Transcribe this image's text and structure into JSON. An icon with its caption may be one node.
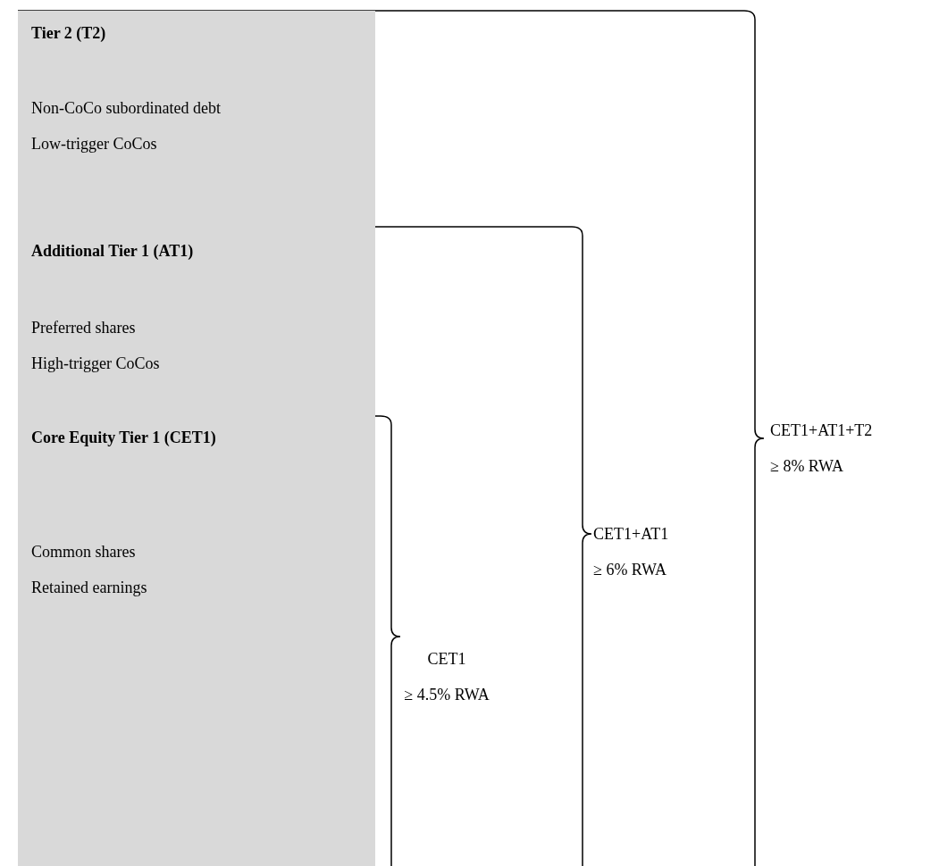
{
  "diagram": {
    "nodes": [
      {
        "text": [
          "Tier 2 (T2)",
          "Non-CoCo subordinated debt",
          "Low-trigger CoCos"
        ]
      },
      {
        "text": [
          "Additional Tier 1 (AT1)",
          "Preferred shares",
          "High-trigger CoCos"
        ]
      },
      {
        "text": [
          "Core Equity Tier 1 (CET1)",
          "Common shares",
          "Retained earnings"
        ]
      }
    ],
    "edges": [],
    "labels": [
      "CET1+AT1+T2 ≥ 8% RWA",
      "CET1+AT1 ≥ 6% RWA",
      "CET1 ≥ 4.5% RWA"
    ]
  }
}
